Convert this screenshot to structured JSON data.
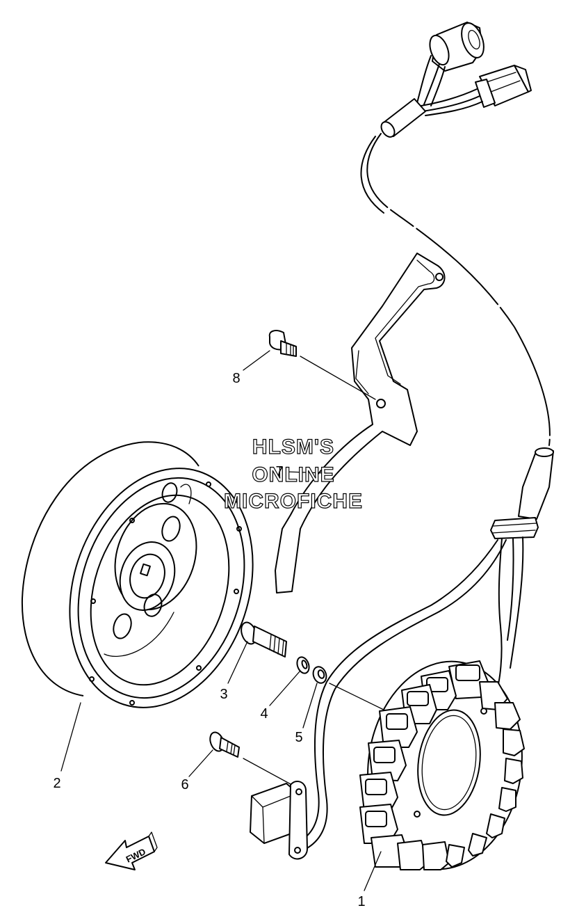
{
  "callouts": {
    "part_1": "1",
    "part_2": "2",
    "part_3": "3",
    "part_4": "4",
    "part_5": "5",
    "part_6": "6",
    "part_7": "7",
    "part_8": "8"
  },
  "watermark": {
    "line1": "HLSM'S",
    "line2": "ONLINE",
    "line3": "MICROFICHE"
  },
  "direction_arrow": {
    "label": "FWD"
  }
}
